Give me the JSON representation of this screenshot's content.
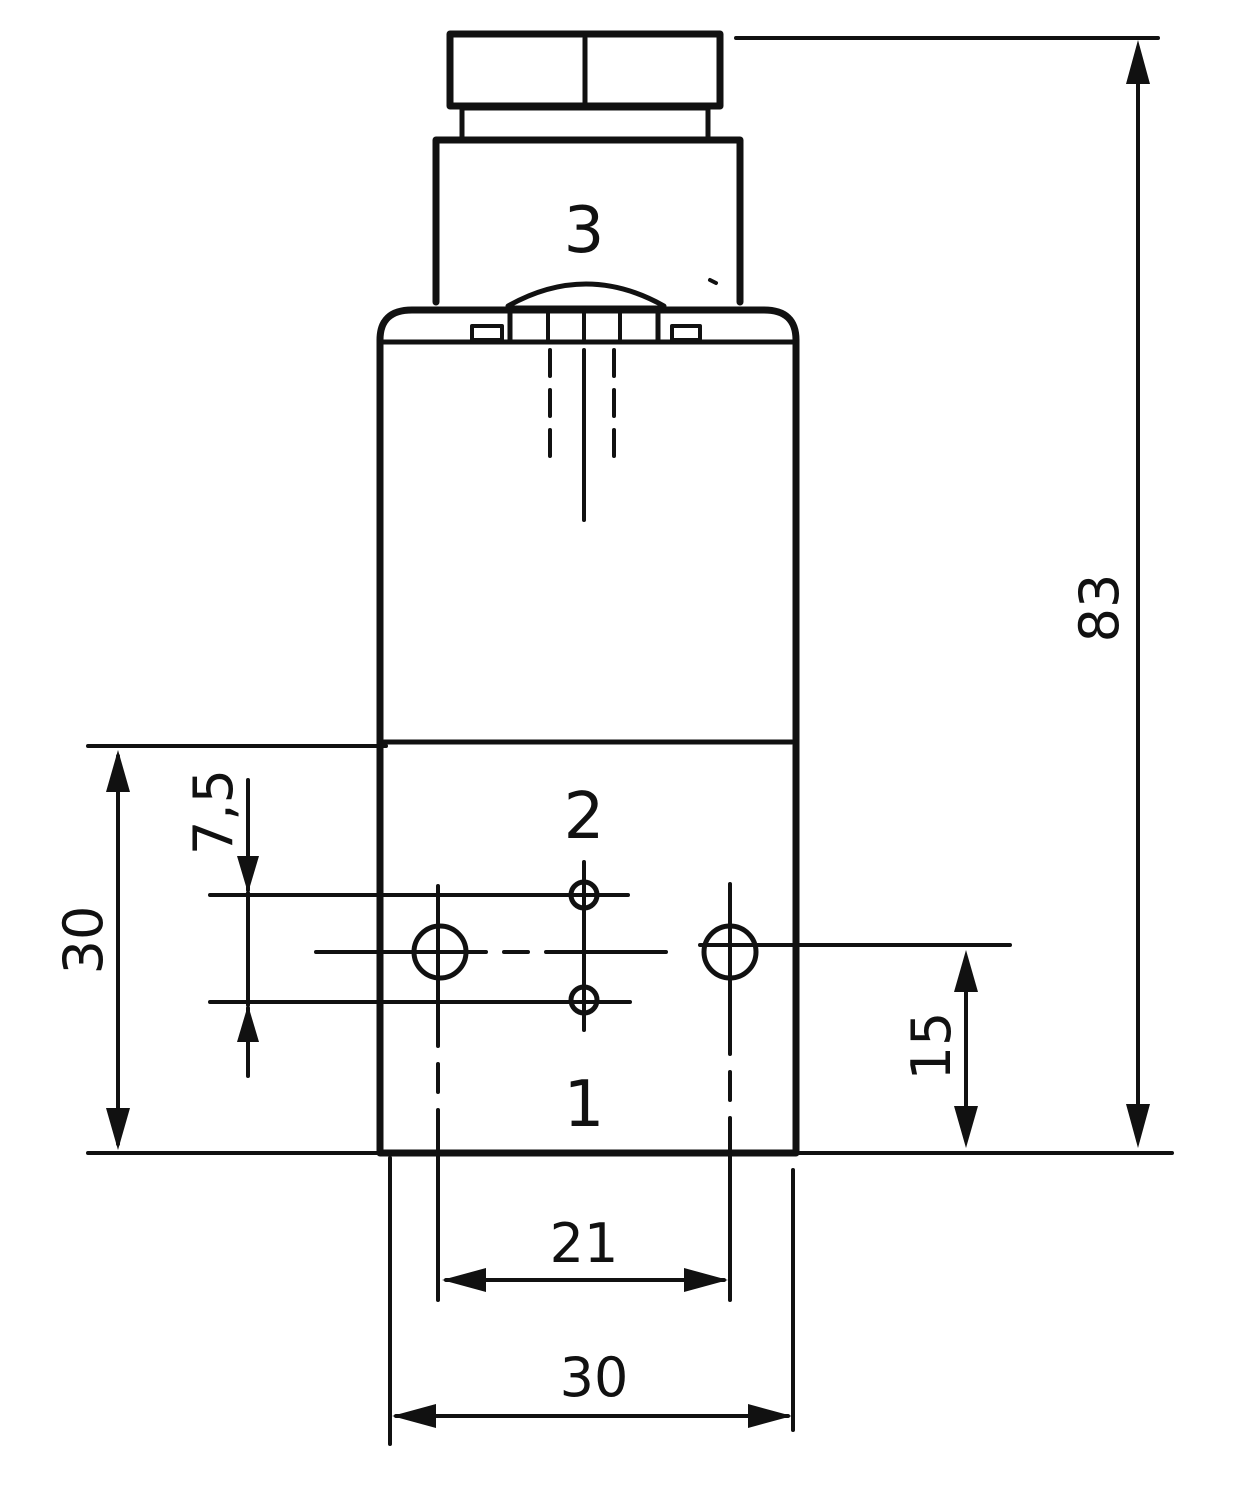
{
  "ports": {
    "port_3": "3",
    "port_2": "2",
    "port_1": "1"
  },
  "dimensions": {
    "overall_height": "83",
    "lower_block_height": "30",
    "port_offset": "7,5",
    "mount_hole_height": "15",
    "mount_hole_spacing": "21",
    "body_width": "30"
  },
  "colors": {
    "ink": "#111111",
    "paper": "#ffffff"
  }
}
